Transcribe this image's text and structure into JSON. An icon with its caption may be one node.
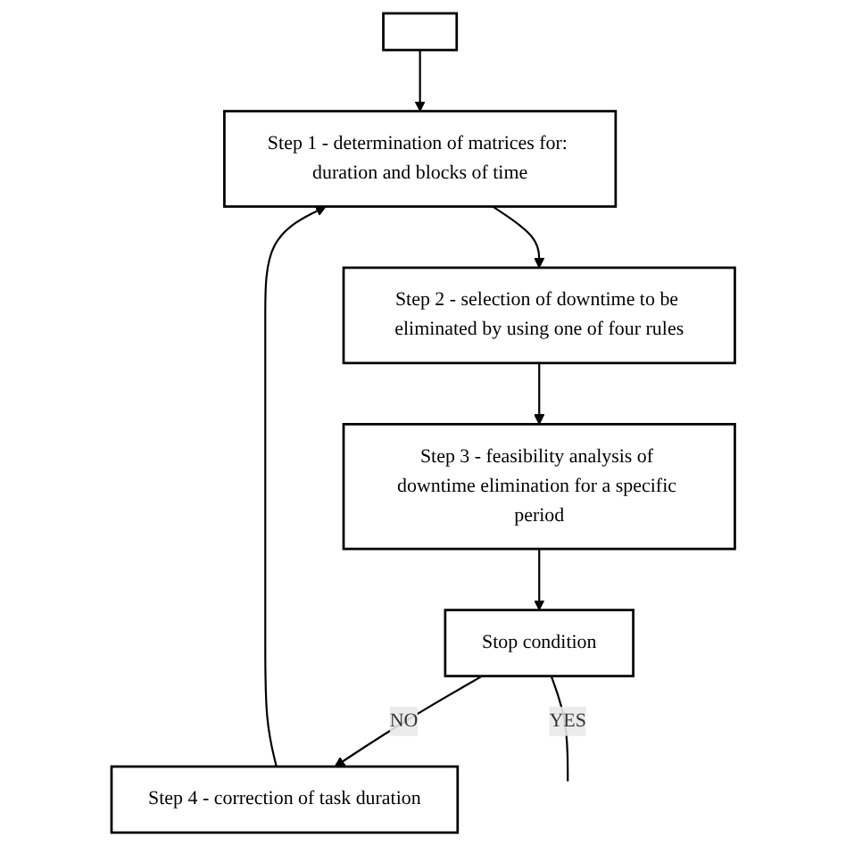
{
  "diagram": {
    "nodes": [
      {
        "text": [],
        "shape": "box"
      },
      {
        "text": [
          "Step 1 - determination of matrices for: duration and blocks of time"
        ]
      },
      {
        "text": [
          "Step 2 - selection of downtime to be eliminated by using one of four rules"
        ]
      },
      {
        "text": [
          "Step 3 - feasibility analysis of downtime elimination for a specific period"
        ]
      },
      {
        "text": [
          "Stop condition"
        ]
      },
      {
        "text": [
          "Step 4 - correction of task duration"
        ]
      }
    ],
    "edges": [
      {
        "from": 0,
        "to": 1,
        "arrow": "to"
      },
      {
        "from": 1,
        "to": 2,
        "arrow": "to"
      },
      {
        "from": 2,
        "to": 3,
        "arrow": "to"
      },
      {
        "from": 3,
        "to": 4,
        "arrow": "to"
      },
      {
        "from": 4,
        "to": 5,
        "label": "NO",
        "arrow": "to"
      },
      {
        "from": 5,
        "to": 1,
        "arrow": "to"
      },
      {
        "from": 4,
        "to": null,
        "label": "YES",
        "arrow": "none"
      }
    ]
  }
}
